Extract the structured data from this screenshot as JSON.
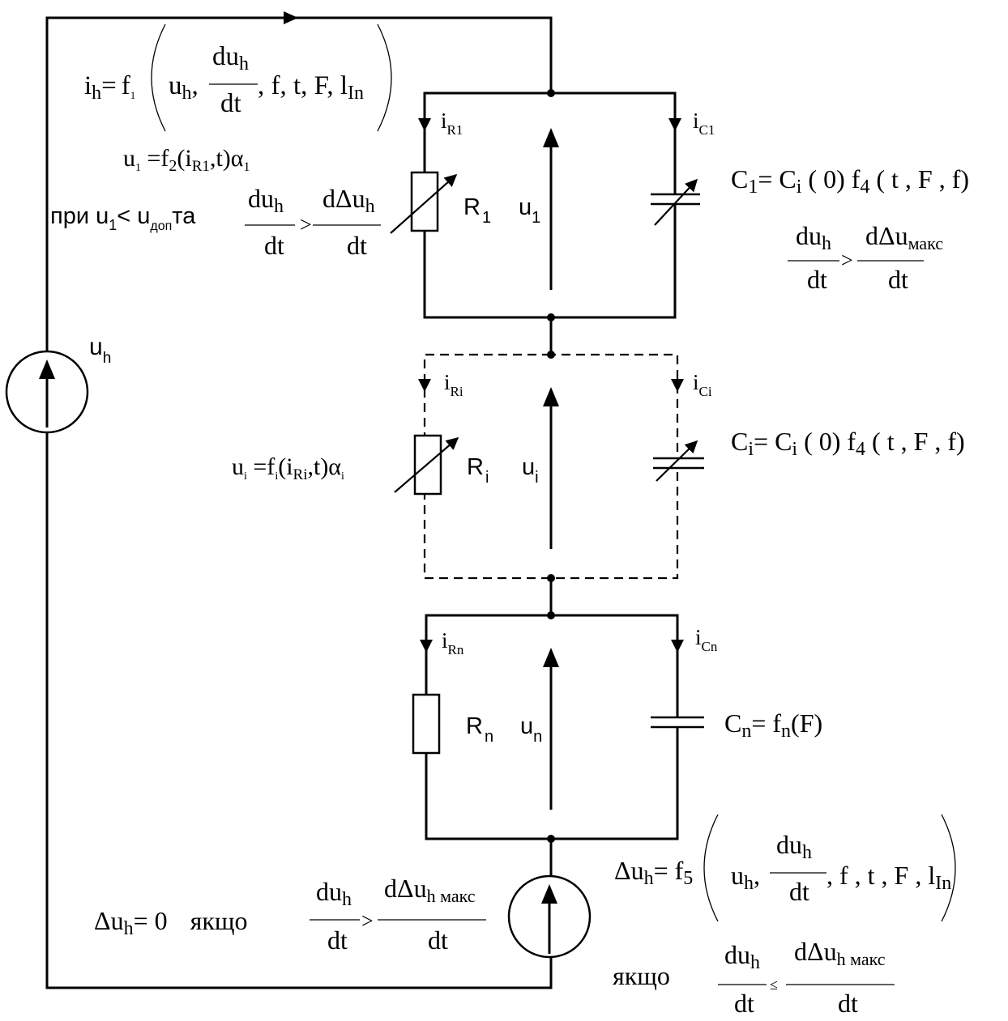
{
  "diagram": {
    "source": {
      "label_main": "u",
      "label_sub": "h"
    },
    "f1": {
      "lhs": "i",
      "lhs_sub": "h",
      "eq": "=",
      "fn": "f",
      "fn_sub": "1",
      "arg_u": "u",
      "arg_u_sub": "h",
      "comma": ",",
      "frac_num": "du",
      "frac_num_sub": "h",
      "frac_den": "dt",
      "rest": ", f, t, F, l",
      "rest_sub": "In"
    },
    "u1_formula": {
      "u": "u",
      "u_sub": "1",
      "eq": " =f",
      "f_sub": "2",
      "open": "(i",
      "i_sub": "R1",
      "rest": ",t)α",
      "alpha_sub": "1"
    },
    "condition1": {
      "prefix": "при u",
      "u_sub": "1",
      "lt": "< u",
      "dop_sub": "доп",
      "ta": "та",
      "frac1_num": "du",
      "frac1_num_sub": "h",
      "frac1_den": "dt",
      "gt": ">",
      "frac2_num": "dΔu",
      "frac2_num_sub": "h",
      "frac2_den": "dt"
    },
    "c1_formula": {
      "c": "C",
      "c_sub": "1",
      "eq": "= C",
      "ci_sub": "i",
      "mid": " ( 0)  f",
      "f_sub": "4",
      "rest": " ( t , F , f)"
    },
    "c1_condition": {
      "frac1_num": "du",
      "frac1_num_sub": "h",
      "frac1_den": "dt",
      "gt": ">",
      "frac2_num": "dΔu",
      "frac2_num_sub": "макс",
      "frac2_den": "dt"
    },
    "ci_formula": {
      "c": "C",
      "c_sub": "i",
      "eq": "= C",
      "ci_sub": "i",
      "mid": " ( 0)  f",
      "f_sub": "4",
      "rest": " ( t , F , f)"
    },
    "ui_formula": {
      "u": "u",
      "u_sub": "i",
      "eq": " =f",
      "f_sub": "i",
      "open": "(i",
      "i_sub": "Ri",
      "rest": ",t)α",
      "alpha_sub": "i"
    },
    "cn_formula": {
      "c": "C",
      "c_sub": "n",
      "eq": "=  f",
      "f_sub": "n",
      "rest": "(F)"
    },
    "f5": {
      "lhs": "Δu",
      "lhs_sub": "h",
      "eq": "= f",
      "fn_sub": "5",
      "arg_u": "u",
      "arg_u_sub": "h",
      "comma": ",",
      "frac_num": "du",
      "frac_num_sub": "h",
      "frac_den": "dt",
      "rest": ", f , t , F , l",
      "rest_sub": "In"
    },
    "zero_condition": {
      "lhs": "Δu",
      "lhs_sub": "h",
      "eq": "= 0",
      "word": "якщо",
      "frac1_num": "du",
      "frac1_num_sub": "h",
      "frac1_den": "dt",
      "gt": ">",
      "frac2_num": "dΔu",
      "frac2_num_sub": "h макс",
      "frac2_den": "dt"
    },
    "bottom_condition": {
      "word": "якщо",
      "frac1_num": "du",
      "frac1_num_sub": "h",
      "frac1_den": "dt",
      "le": "≤",
      "frac2_num": "dΔu",
      "frac2_num_sub": "h макс",
      "frac2_den": "dt"
    },
    "block1": {
      "i_r": "i",
      "i_r_sub": "R1",
      "i_c": "i",
      "i_c_sub": "C1",
      "r": "R",
      "r_sub": "1",
      "u": "u",
      "u_sub": "1"
    },
    "blocki": {
      "i_r": "i",
      "i_r_sub": "Ri",
      "i_c": "i",
      "i_c_sub": "Ci",
      "r": "R",
      "r_sub": "i",
      "u": "u",
      "u_sub": "i"
    },
    "blockn": {
      "i_r": "i",
      "i_r_sub": "Rn",
      "i_c": "i",
      "i_c_sub": "Cn",
      "r": "R",
      "r_sub": "n",
      "u": "u",
      "u_sub": "n"
    }
  }
}
